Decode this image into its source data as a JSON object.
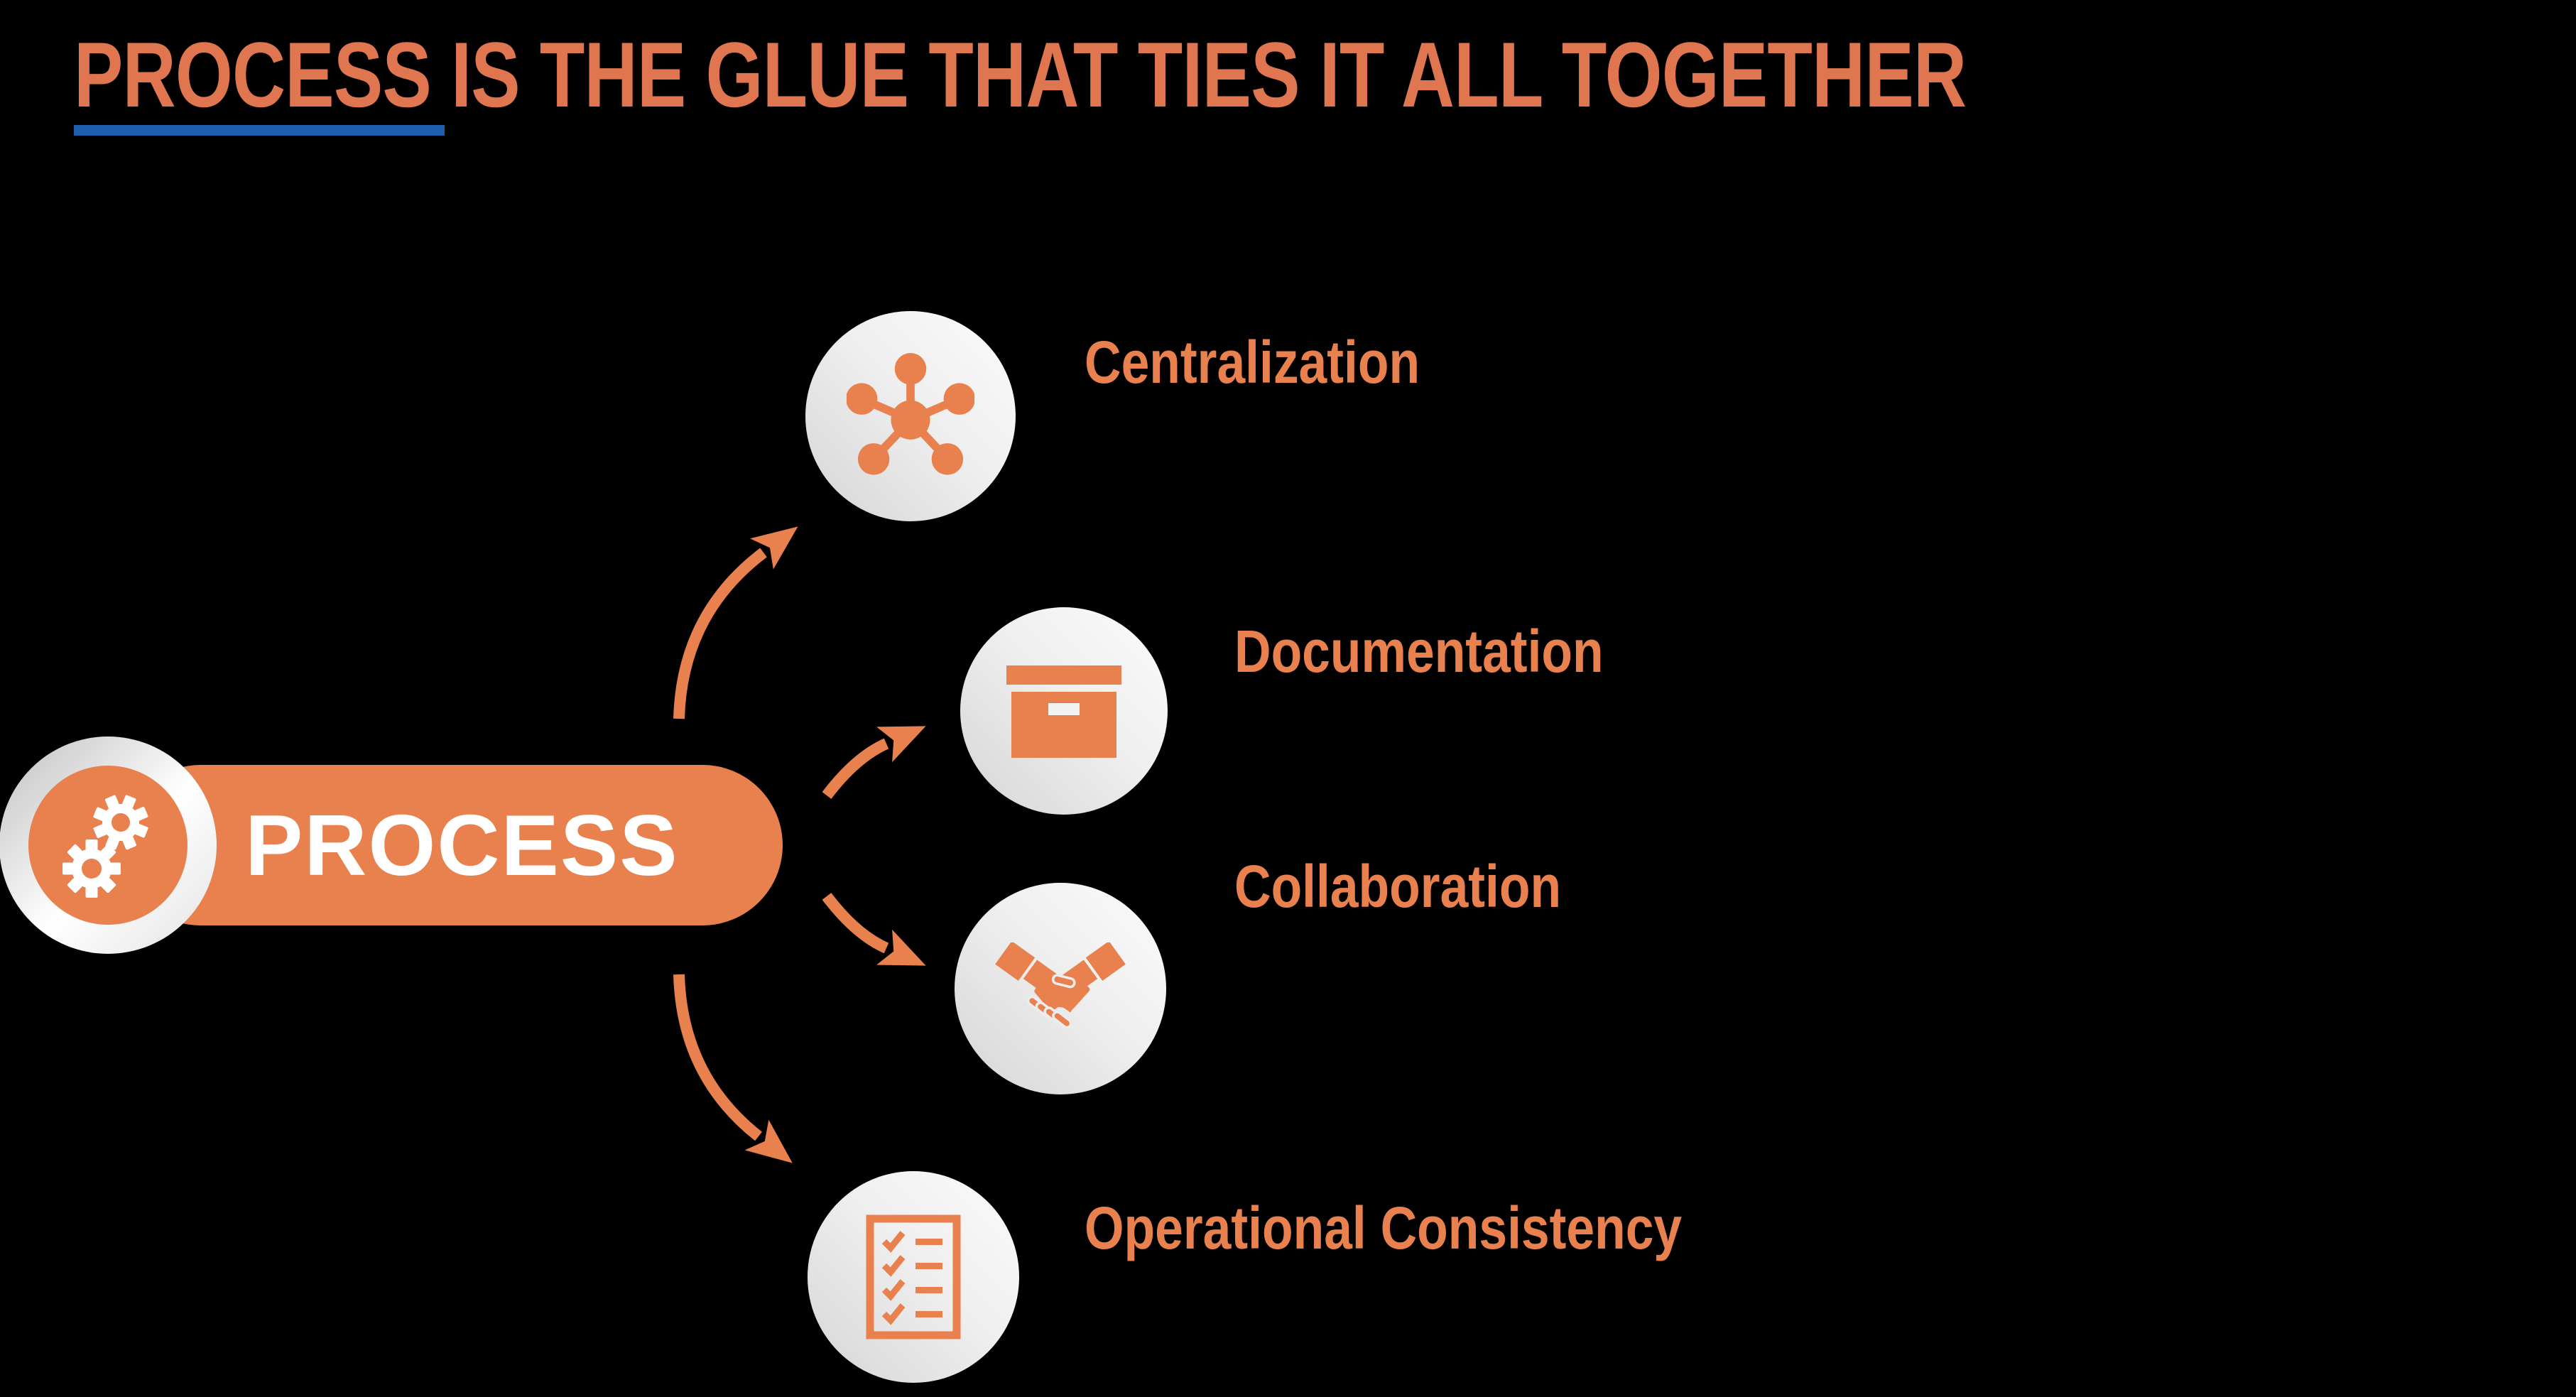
{
  "header": {
    "title": "PROCESS IS THE GLUE THAT TIES IT ALL TOGETHER"
  },
  "badge": {
    "label": "PROCESS",
    "icon": "gears-icon"
  },
  "nodes": [
    {
      "id": "centralization",
      "label": "Centralization",
      "icon": "hub-network-icon"
    },
    {
      "id": "documentation",
      "label": "Documentation",
      "icon": "archive-box-icon"
    },
    {
      "id": "collaboration",
      "label": "Collaboration",
      "icon": "handshake-icon"
    },
    {
      "id": "operational-consistency",
      "label": "Operational Consistency",
      "icon": "checklist-icon"
    }
  ],
  "colors": {
    "background": "#000000",
    "accent_orange": "#E8814E",
    "title_orange": "#E0764F",
    "underline_blue": "#1D5EAD",
    "circle_gradient_light": "#FBFBFB",
    "circle_gradient_dark": "#D5D5D5",
    "pill_text": "#FFFFFF"
  }
}
